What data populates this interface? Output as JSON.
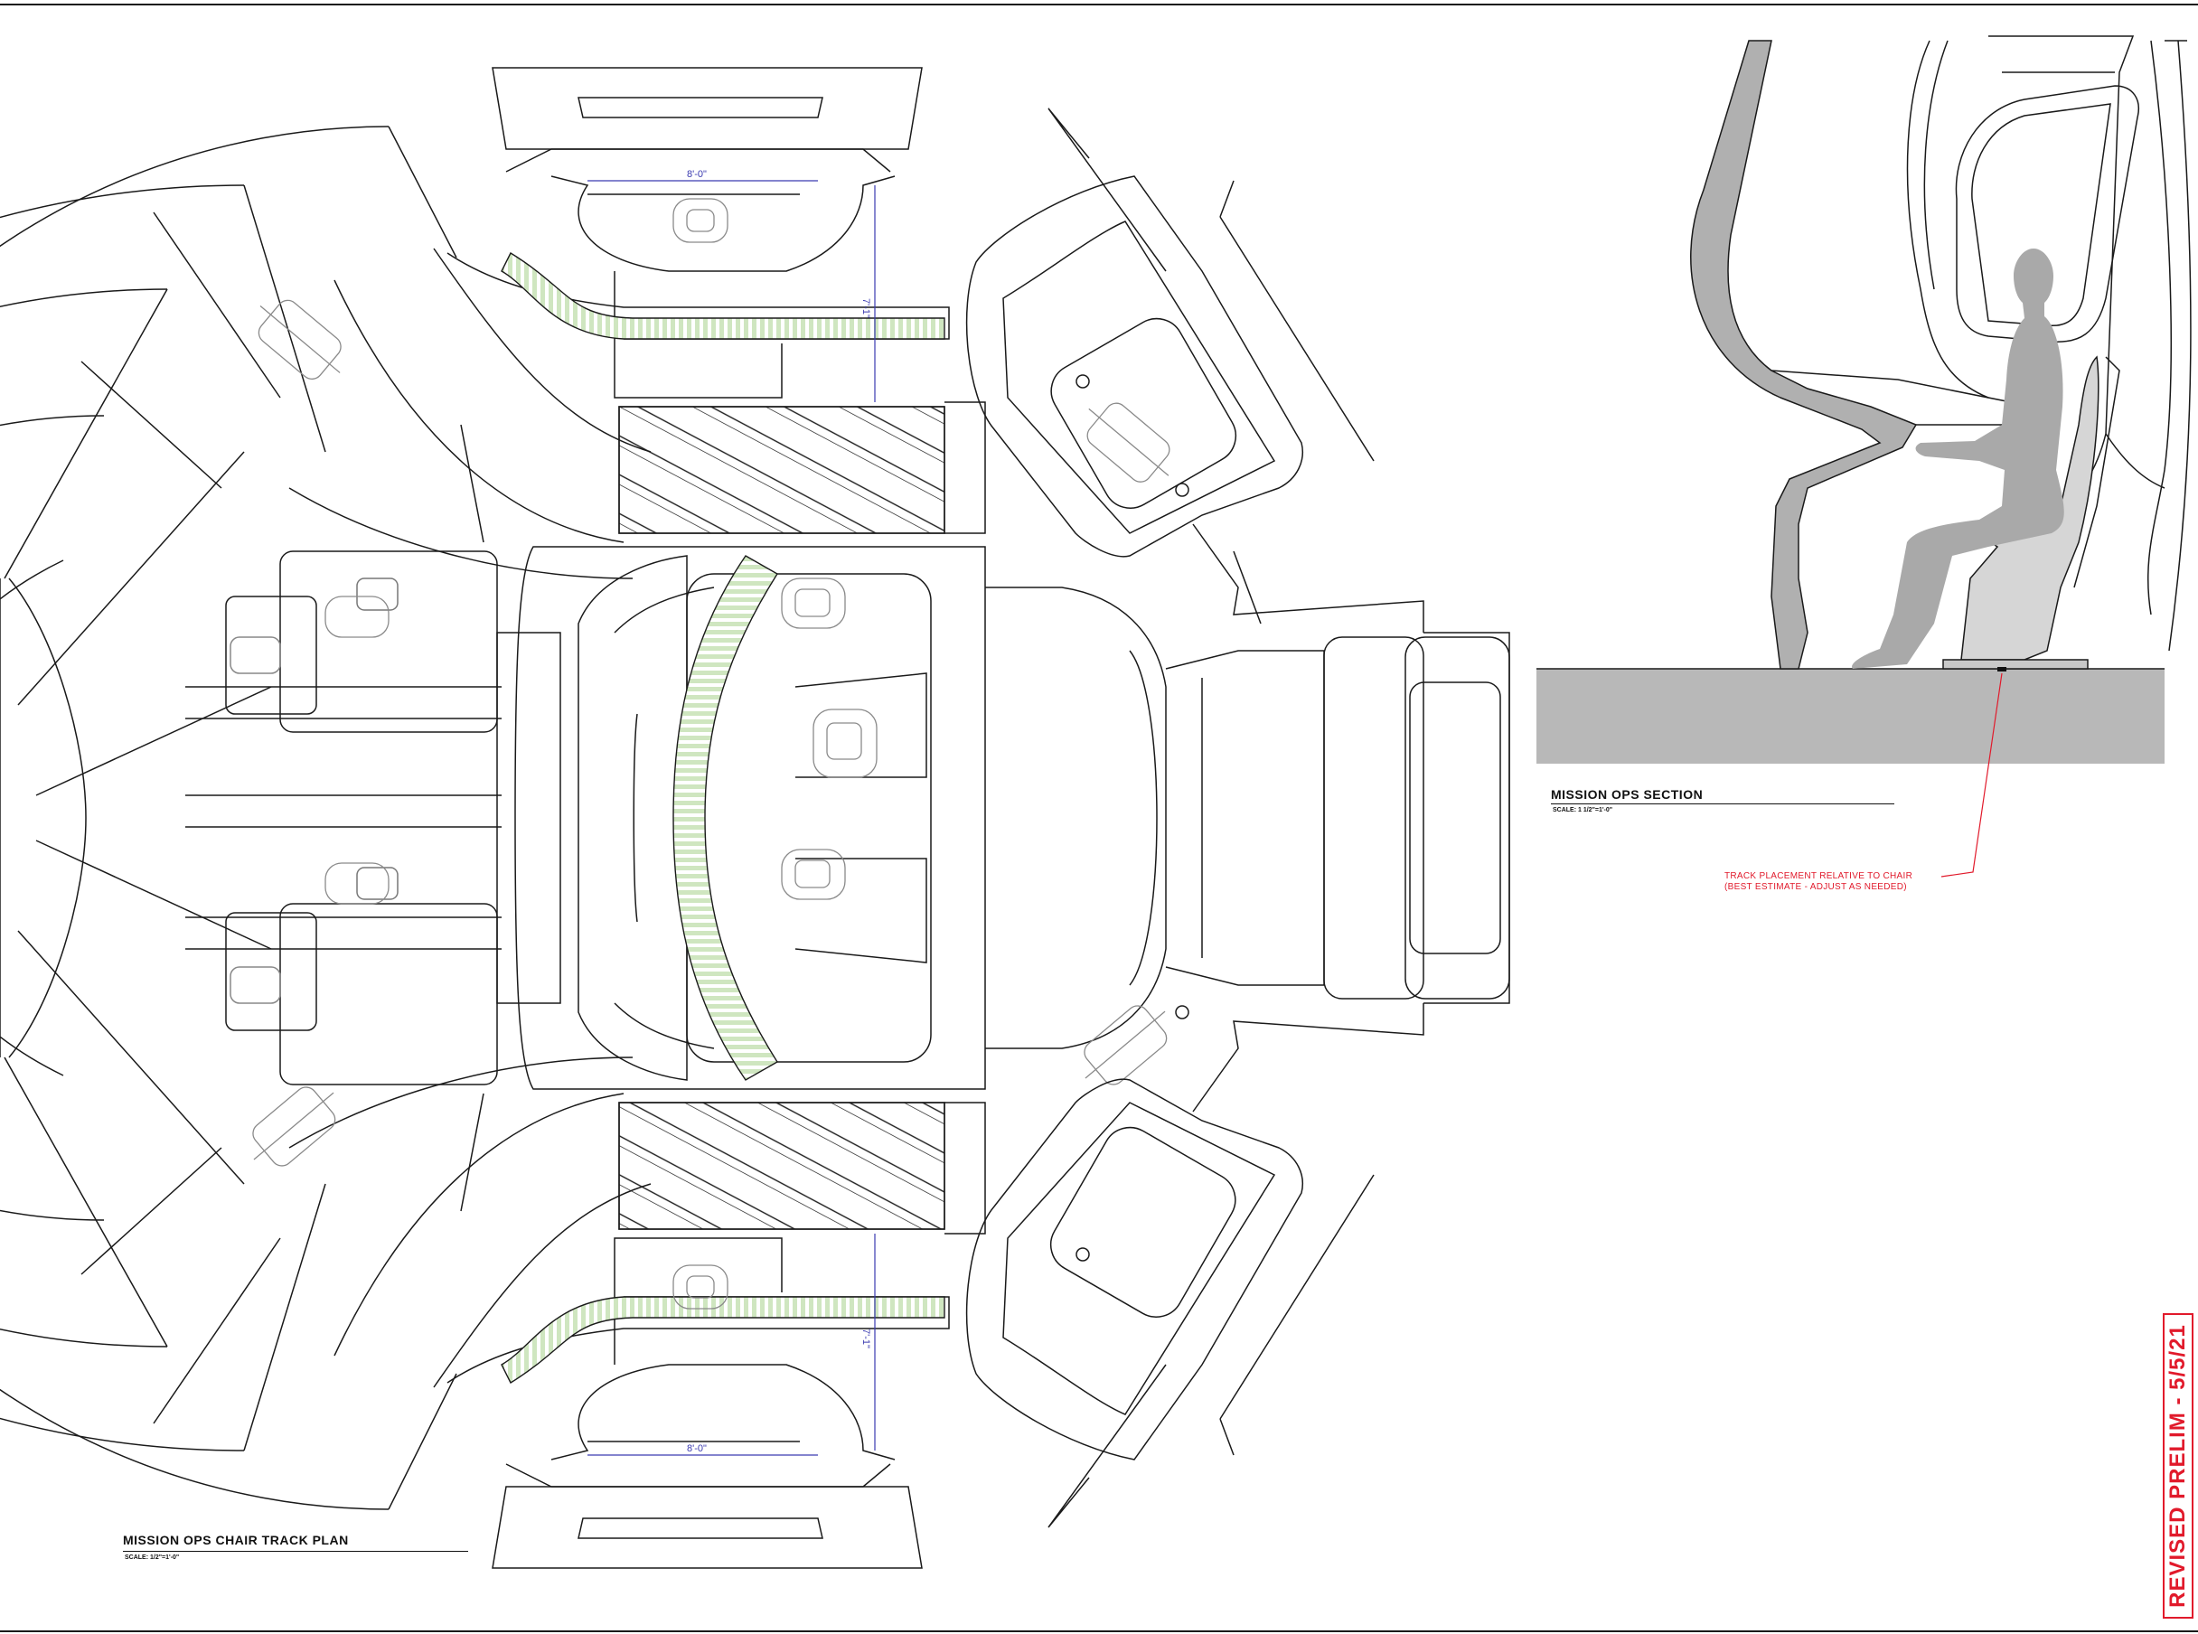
{
  "plan": {
    "title": "MISSION OPS CHAIR TRACK PLAN",
    "scale": "SCALE: 1/2\"=1'-0\""
  },
  "section": {
    "title": "MISSION OPS SECTION",
    "scale": "SCALE: 1 1/2\"=1'-0\""
  },
  "annotation": {
    "line1": "TRACK PLACEMENT RELATIVE TO CHAIR",
    "line2": "(BEST ESTIMATE - ADJUST AS NEEDED)"
  },
  "dimensions": {
    "top_width": "8'-0\"",
    "top_depth": "7'-1\"",
    "bottom_width": "8'-0\"",
    "bottom_depth": "7'-1\""
  },
  "stamp": "REVISED PRELIM - 5/5/21",
  "colors": {
    "line": "#1a1a1a",
    "track_fill": "#cfe6c0",
    "track_stripe": "#ffffff",
    "figure": "#a9a9a9",
    "floor": "#b8b8b8",
    "dimension": "#3a3ab0",
    "annotation_red": "#e11a2b"
  }
}
